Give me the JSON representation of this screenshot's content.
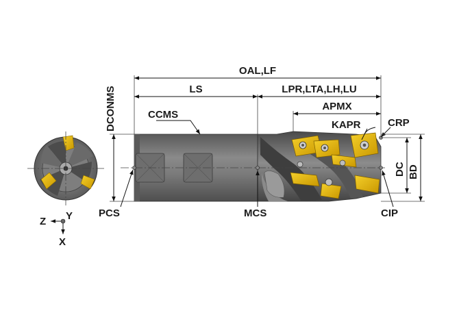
{
  "labels": {
    "oal_lf": "OAL,LF",
    "ls": "LS",
    "lpr_lta_lh_lu": "LPR,LTA,LH,LU",
    "apmx": "APMX",
    "kapr": "KAPR",
    "crp": "CRP",
    "dconms": "DCONMS",
    "ccms": "CCMS",
    "dc": "DC",
    "bd": "BD",
    "pcs": "PCS",
    "mcs": "MCS",
    "cip": "CIP"
  },
  "axes": {
    "z": "Z",
    "y": "Y",
    "x": "X"
  },
  "colors": {
    "body": "#777777",
    "body_dark": "#4a4a4a",
    "body_light": "#a8a8a8",
    "insert": "#e8b400",
    "insert_dark": "#b38600",
    "line": "#111111"
  }
}
